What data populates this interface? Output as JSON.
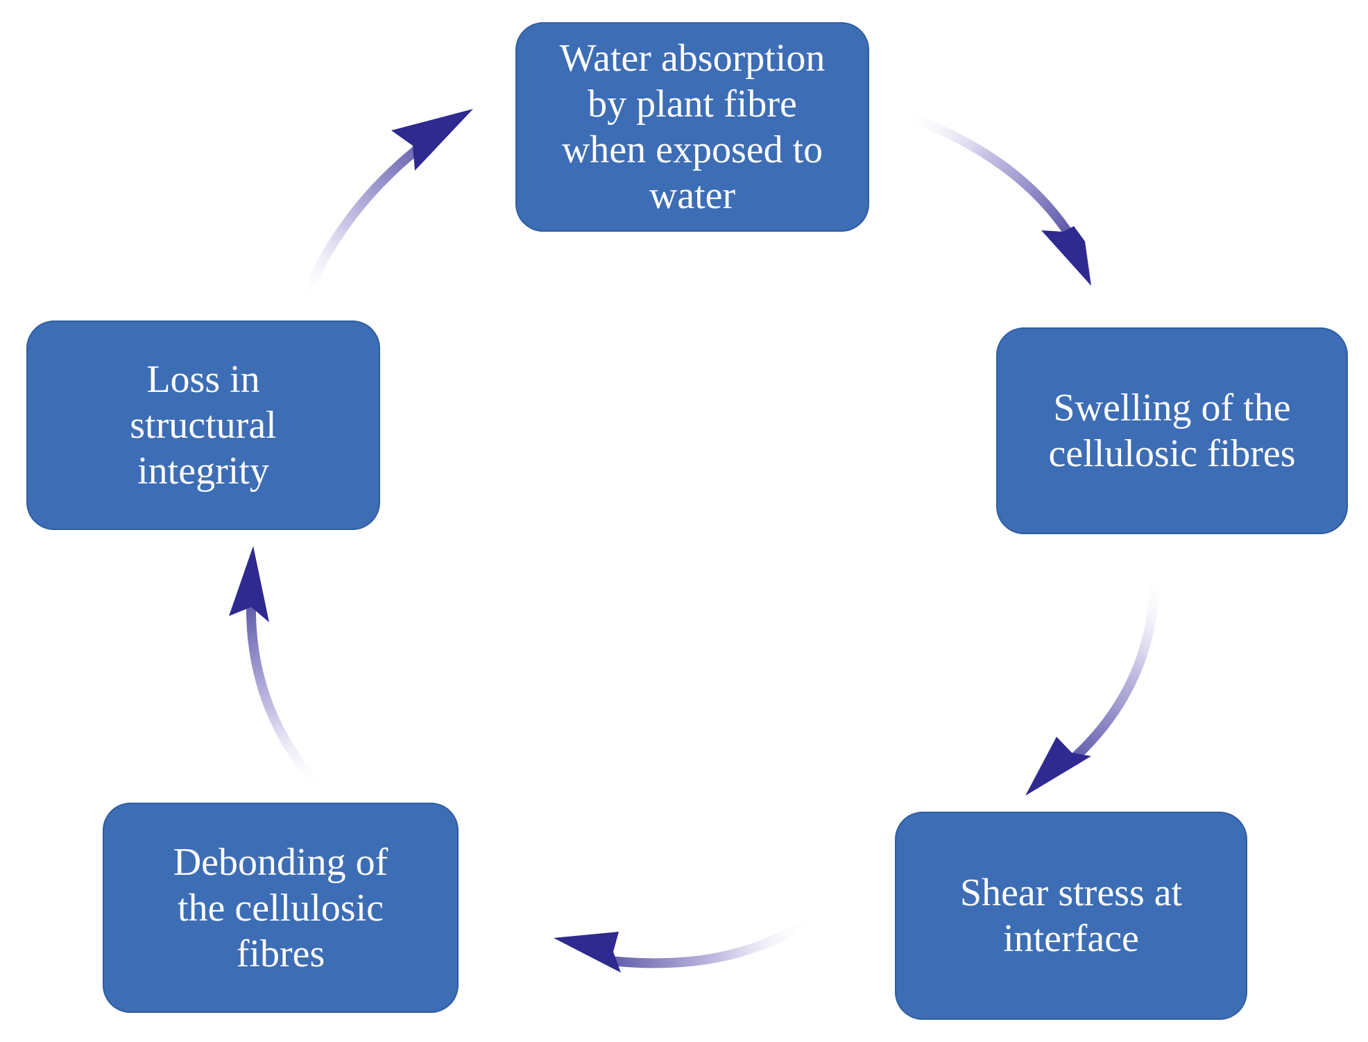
{
  "diagram": {
    "type": "cycle",
    "colors": {
      "node_fill": "#3d6db4",
      "node_text": "#ffffff",
      "arrow_head": "#2e2a8f",
      "arrow_tail": "#c9c4e6"
    },
    "nodes": [
      {
        "id": "node-1",
        "label": "Water absorption\nby plant fibre\nwhen exposed to\nwater"
      },
      {
        "id": "node-2",
        "label": "Swelling of the\ncellulosic fibres"
      },
      {
        "id": "node-3",
        "label": "Shear stress at\ninterface"
      },
      {
        "id": "node-4",
        "label": "Debonding of\nthe cellulosic\nfibres"
      },
      {
        "id": "node-5",
        "label": "Loss in\nstructural\nintegrity"
      }
    ],
    "edges": [
      {
        "from": "node-1",
        "to": "node-2"
      },
      {
        "from": "node-2",
        "to": "node-3"
      },
      {
        "from": "node-3",
        "to": "node-4"
      },
      {
        "from": "node-4",
        "to": "node-5"
      },
      {
        "from": "node-5",
        "to": "node-1"
      }
    ]
  }
}
